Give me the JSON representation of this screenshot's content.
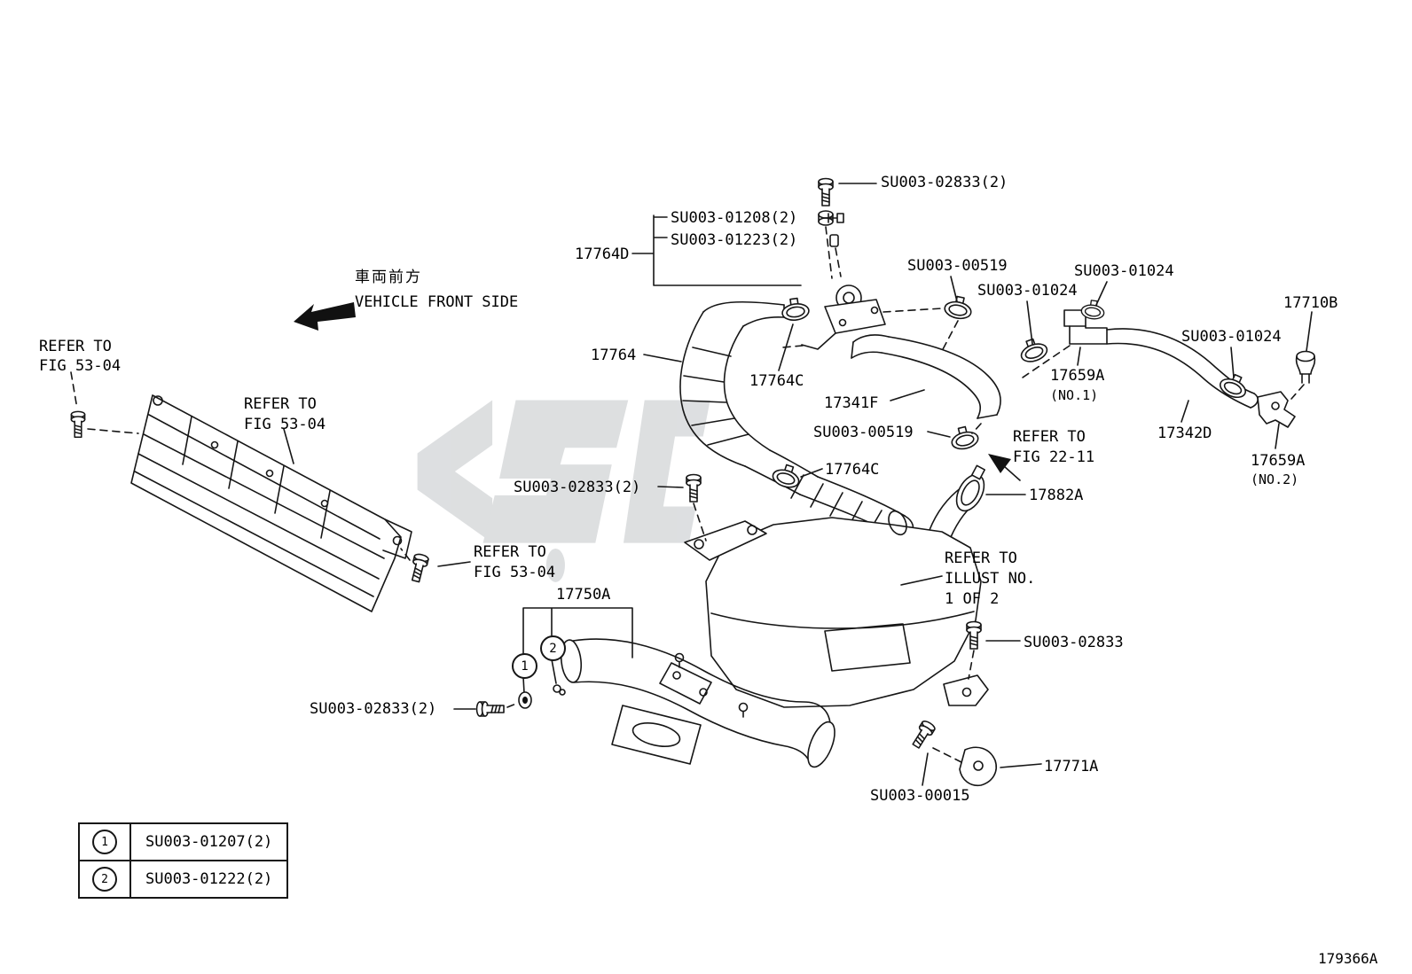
{
  "doc_id": "179366A",
  "front_note": {
    "jp": "車両前方",
    "en": "VEHICLE FRONT SIDE"
  },
  "markers": {
    "m1": "1",
    "m2": "2"
  },
  "labels": {
    "su003_02833_top": "SU003-02833(2)",
    "su003_01208": "SU003-01208(2)",
    "su003_01223": "SU003-01223(2)",
    "p17764d": "17764D",
    "su003_00519_a": "SU003-00519",
    "su003_01024_a": "SU003-01024",
    "su003_01024_b": "SU003-01024",
    "su003_01024_c": "SU003-01024",
    "p17710b": "17710B",
    "p17764": "17764",
    "p17764c_a": "17764C",
    "p17764c_b": "17764C",
    "p17659a_1": "17659A",
    "p17659a_1_sub": "(NO.1)",
    "p17659a_2": "17659A",
    "p17659a_2_sub": "(NO.2)",
    "p17341f": "17341F",
    "su003_00519_b": "SU003-00519",
    "p17342d": "17342D",
    "su003_02833_mid": "SU003-02833(2)",
    "p17882a": "17882A",
    "p17750a": "17750A",
    "su003_02833_r": "SU003-02833",
    "su003_02833_b": "SU003-02833(2)",
    "p17771a": "17771A",
    "su003_00015": "SU003-00015",
    "refer_fig5304_a": {
      "l1": "REFER TO",
      "l2": "FIG 53-04"
    },
    "refer_fig5304_b": {
      "l1": "REFER TO",
      "l2": "FIG 53-04"
    },
    "refer_fig5304_c": {
      "l1": "REFER TO",
      "l2": "FIG 53-04"
    },
    "refer_fig2211": {
      "l1": "REFER TO",
      "l2": "FIG 22-11"
    },
    "refer_illust": {
      "l1": "REFER TO",
      "l2": "ILLUST NO.",
      "l3": "1 OF 2"
    }
  },
  "legend": {
    "rows": [
      {
        "num": "1",
        "part": "SU003-01207(2)"
      },
      {
        "num": "2",
        "part": "SU003-01222(2)"
      }
    ]
  }
}
